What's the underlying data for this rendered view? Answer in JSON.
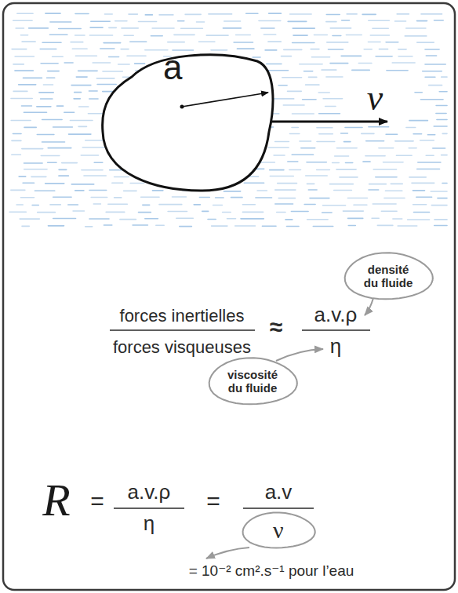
{
  "diagram": {
    "nodes": [
      {
        "text": [
          "a"
        ]
      },
      {
        "text": [
          "densité du fluide"
        ]
      },
      {
        "text": [
          "viscosité du fluide"
        ]
      },
      {
        "text": [
          "ν"
        ]
      }
    ],
    "labels": [
      "v",
      "forces inertielles",
      "forces visqueuses",
      "≈",
      "a.v.ρ",
      "η",
      "R",
      "=",
      "a.v.ρ",
      "η",
      "=",
      "a.v",
      "= 10⁻² cm².s⁻¹ pour l’eau"
    ]
  }
}
